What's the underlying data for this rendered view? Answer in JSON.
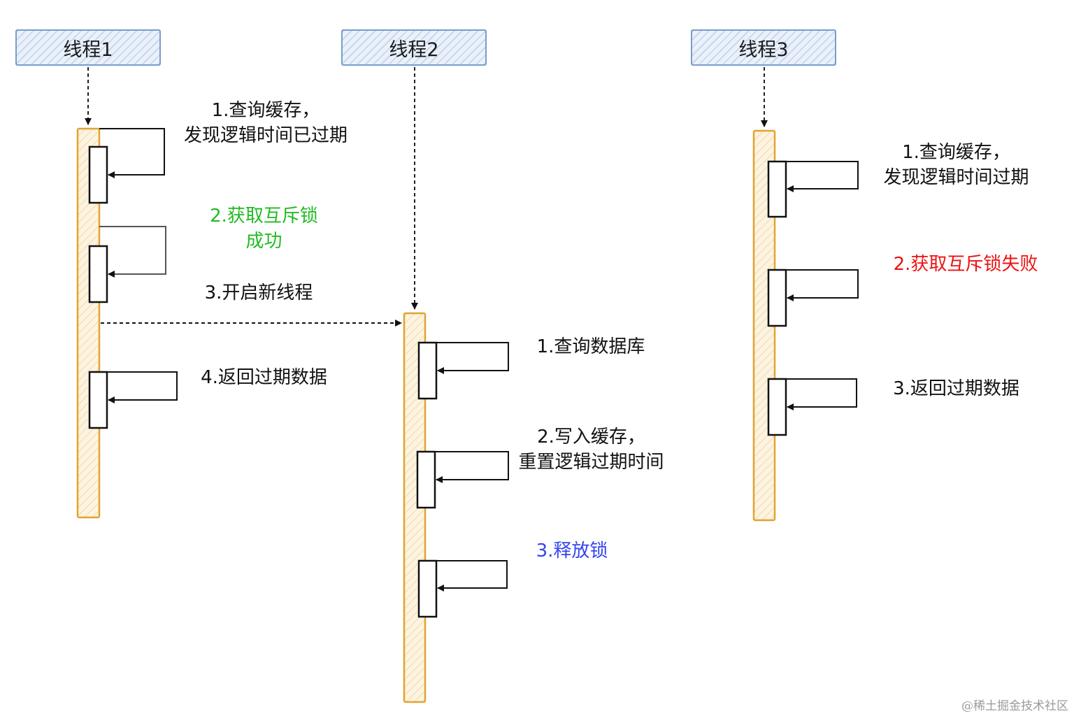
{
  "threads": [
    {
      "title": "线程1",
      "steps": [
        {
          "lines": [
            "1.查询缓存，",
            "发现逻辑时间已过期"
          ],
          "color": "#111111"
        },
        {
          "lines": [
            "2.获取互斥锁",
            "成功"
          ],
          "color": "#22bb22"
        },
        {
          "lines": [
            "3.开启新线程"
          ],
          "color": "#111111"
        },
        {
          "lines": [
            "4.返回过期数据"
          ],
          "color": "#111111"
        }
      ]
    },
    {
      "title": "线程2",
      "steps": [
        {
          "lines": [
            "1.查询数据库"
          ],
          "color": "#111111"
        },
        {
          "lines": [
            "2.写入缓存，",
            "重置逻辑过期时间"
          ],
          "color": "#111111"
        },
        {
          "lines": [
            "3.释放锁"
          ],
          "color": "#3344ee"
        }
      ]
    },
    {
      "title": "线程3",
      "steps": [
        {
          "lines": [
            "1.查询缓存，",
            "发现逻辑时间过期"
          ],
          "color": "#111111"
        },
        {
          "lines": [
            "2.获取互斥锁失败"
          ],
          "color": "#ee1111"
        },
        {
          "lines": [
            "3.返回过期数据"
          ],
          "color": "#111111"
        }
      ]
    }
  ],
  "colors": {
    "header_border": "#7a9ccc",
    "activation_border": "#e0a430",
    "activation_fill": "#fdf3e1"
  },
  "watermark": "@稀土掘金技术社区"
}
